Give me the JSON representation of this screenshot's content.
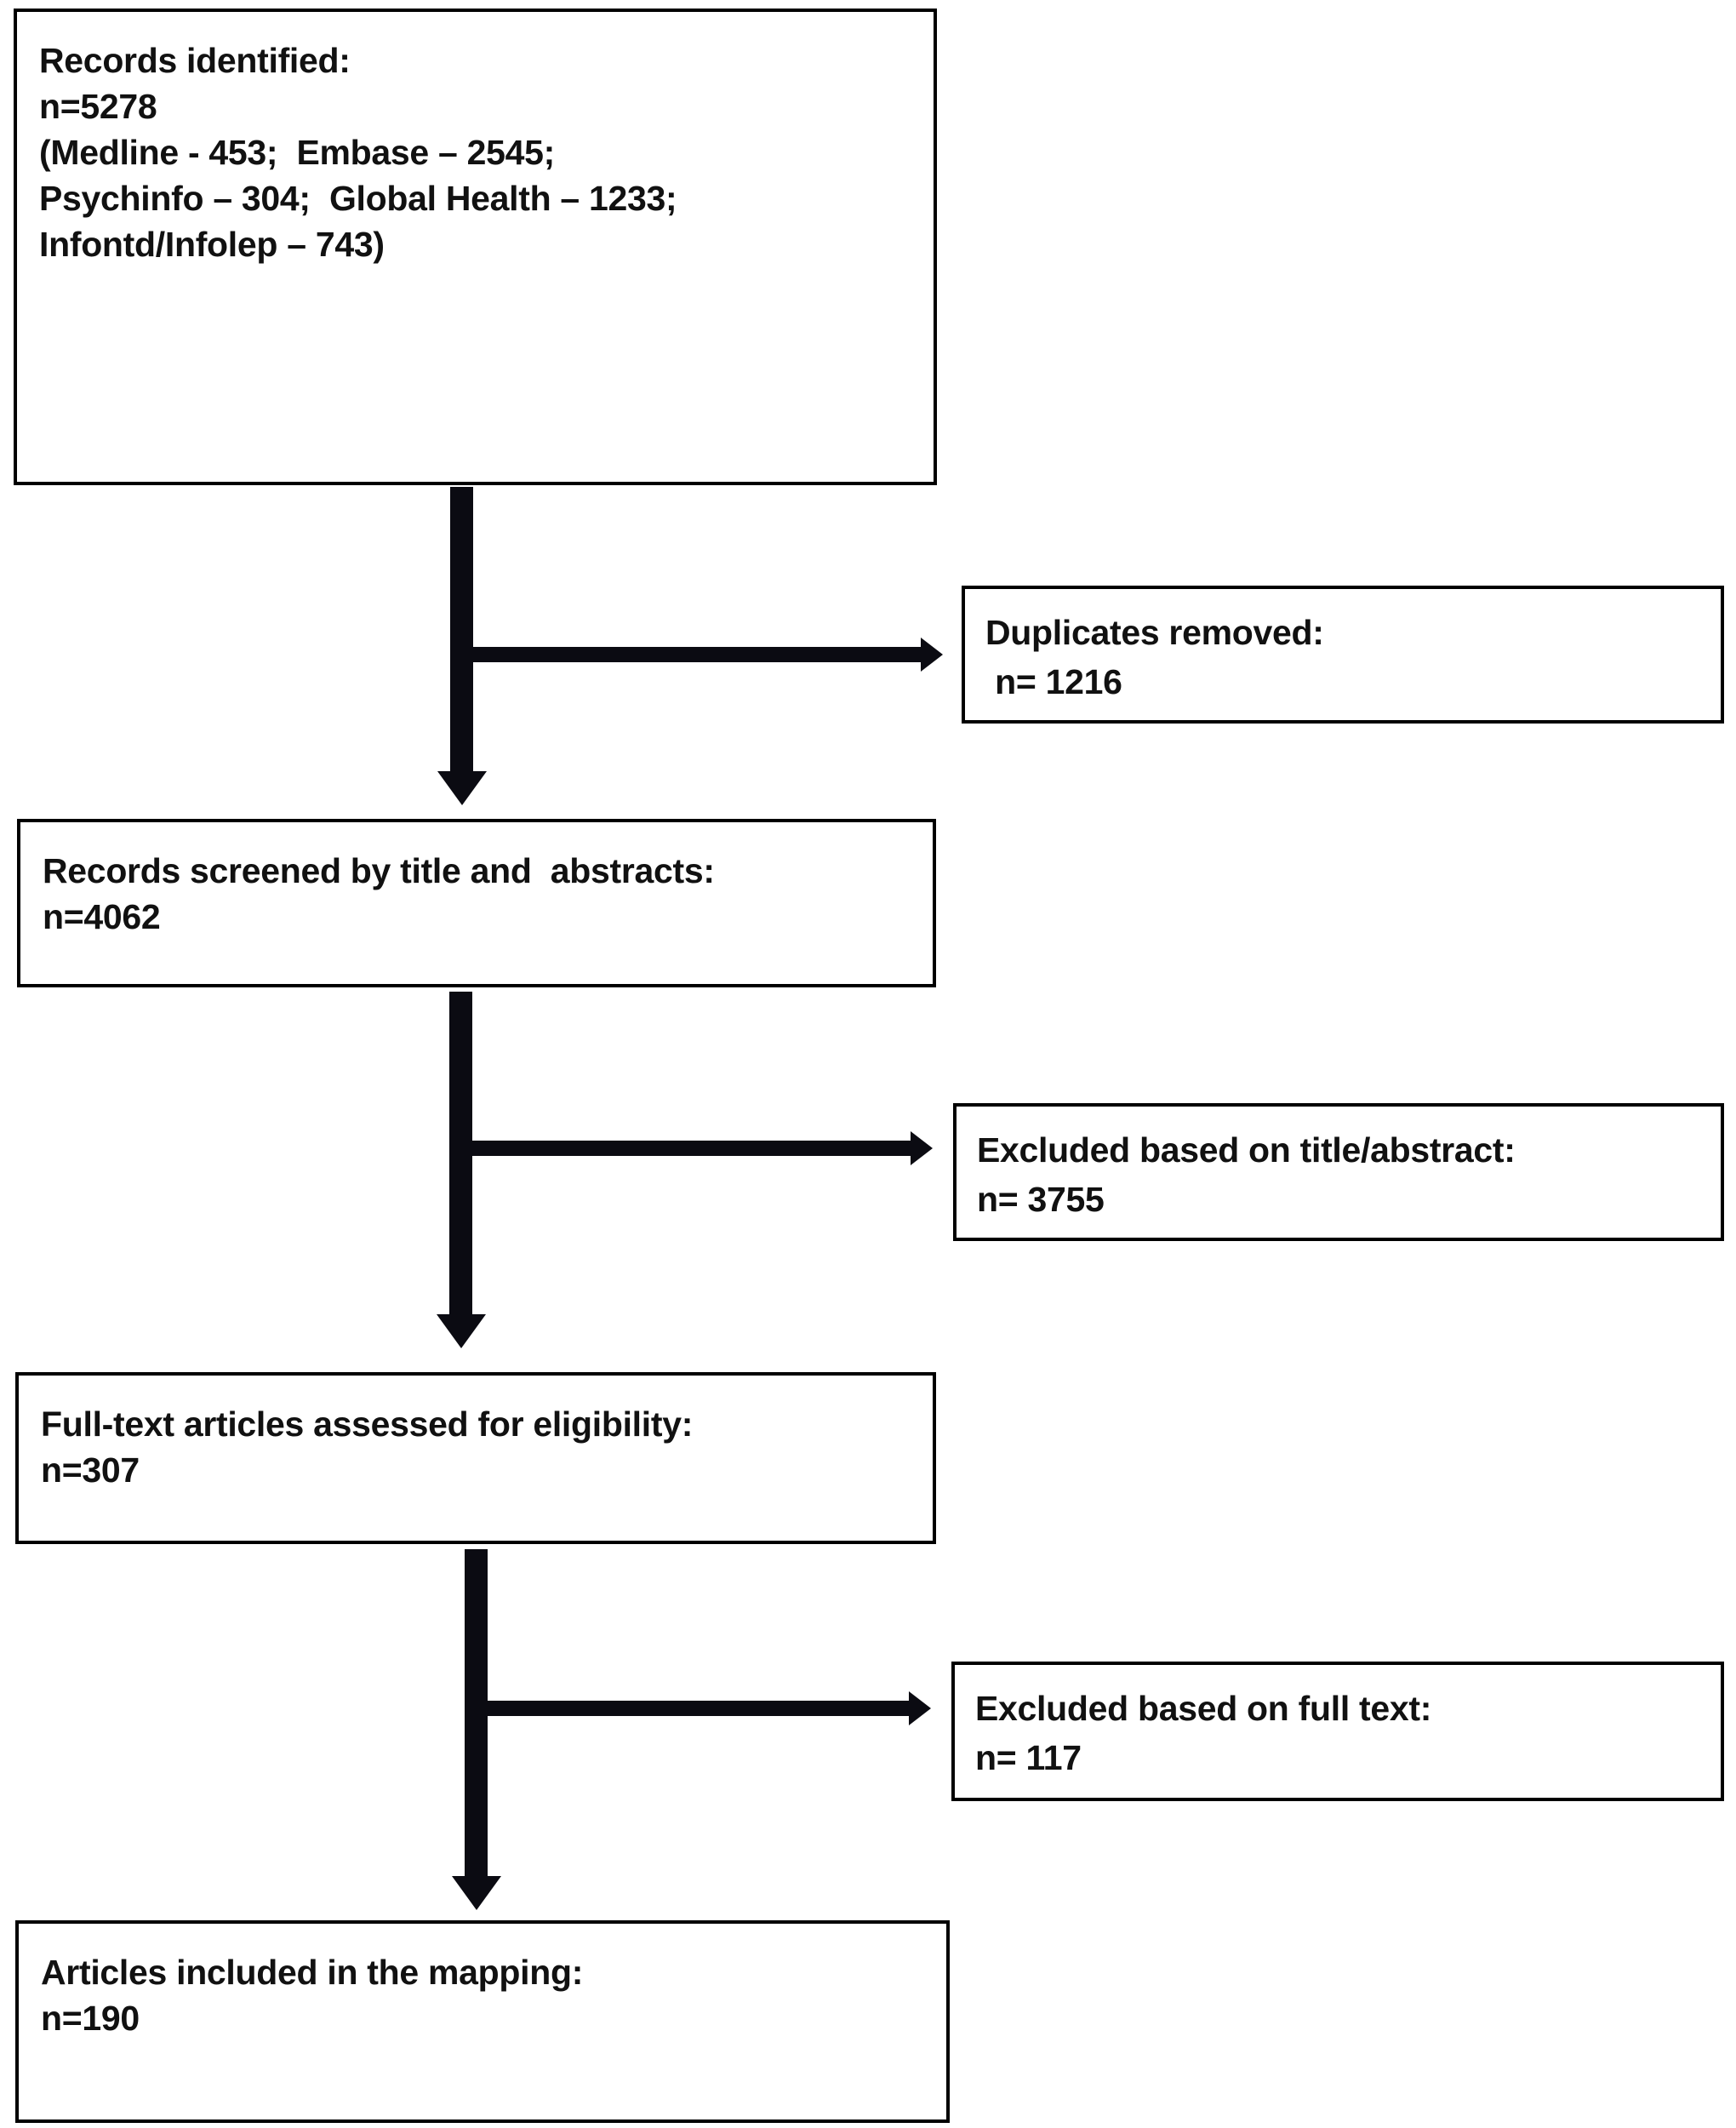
{
  "diagram": {
    "type": "prisma-flow-diagram",
    "title": "PRISMA study selection flow",
    "ink_color": "#0b0b12",
    "background_color": "#ffffff",
    "nodes": [
      {
        "id": "identified",
        "name": "records-identified-box",
        "lines": [
          "Records identified:",
          "n=5278",
          "(Medline - 453;  Embase – 2545;",
          "Psychinfo – 304;  Global Health – 1233;",
          "Infontd/Infolep – 743)"
        ]
      },
      {
        "id": "duplicates",
        "name": "duplicates-removed-box",
        "lines": [
          "Duplicates removed:",
          " n= 1216"
        ]
      },
      {
        "id": "screened",
        "name": "records-screened-box",
        "lines": [
          "Records screened by title and  abstracts:",
          "n=4062"
        ]
      },
      {
        "id": "excluded-title",
        "name": "excluded-title-abstract-box",
        "lines": [
          "Excluded based on title/abstract:",
          "n= 3755"
        ]
      },
      {
        "id": "fulltext",
        "name": "full-text-assessed-box",
        "lines": [
          "Full-text articles assessed for eligibility:",
          "n=307"
        ]
      },
      {
        "id": "excluded-fulltext",
        "name": "excluded-full-text-box",
        "lines": [
          "Excluded based on full text:",
          "n= 117"
        ]
      },
      {
        "id": "included",
        "name": "articles-included-box",
        "lines": [
          "Articles included in the mapping:",
          "n=190"
        ]
      }
    ],
    "counts": {
      "identified_total": 5278,
      "sources": [
        {
          "name": "Medline",
          "n": 453
        },
        {
          "name": "Embase",
          "n": 2545
        },
        {
          "name": "Psychinfo",
          "n": 304
        },
        {
          "name": "Global Health",
          "n": 1233
        },
        {
          "name": "Infontd/Infolep",
          "n": 743
        }
      ],
      "duplicates_removed": 1216,
      "screened": 4062,
      "excluded_title_abstract": 3755,
      "full_text_assessed": 307,
      "excluded_full_text": 117,
      "included": 190
    },
    "connectors": [
      {
        "id": "arrow1",
        "from": "identified",
        "to": "screened",
        "branch_to": "duplicates",
        "direction": "down-and-right"
      },
      {
        "id": "arrow2",
        "from": "screened",
        "to": "fulltext",
        "branch_to": "excluded-title",
        "direction": "down-and-right"
      },
      {
        "id": "arrow3",
        "from": "fulltext",
        "to": "included",
        "branch_to": "excluded-fulltext",
        "direction": "down-and-right"
      }
    ]
  }
}
